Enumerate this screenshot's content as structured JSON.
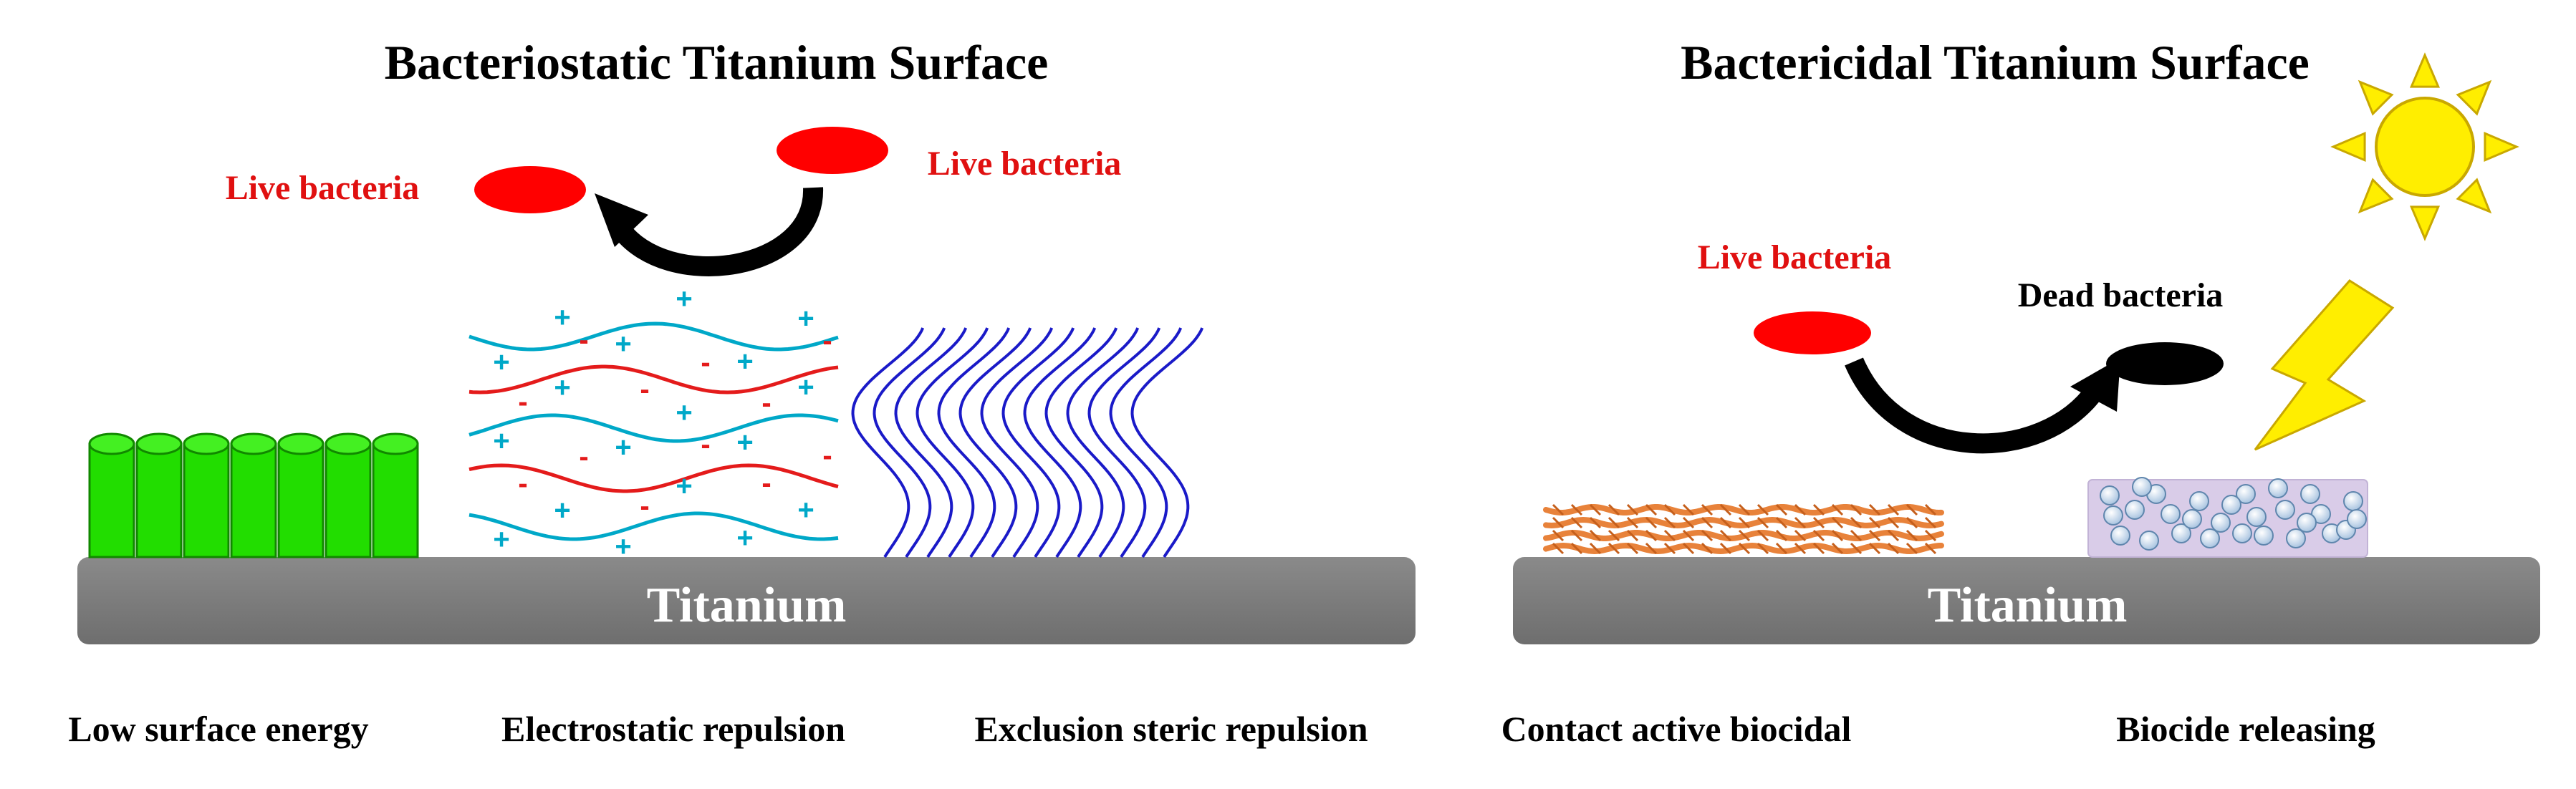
{
  "left_panel": {
    "title": "Bacteriostatic Titanium Surface",
    "live_bacteria_label_left": "Live bacteria",
    "live_bacteria_label_right": "Live bacteria",
    "substrate_label": "Titanium",
    "mechanisms": [
      "Low surface energy",
      "Electrostatic repulsion",
      "Exclusion steric repulsion"
    ],
    "plus_sign": "+",
    "minus_sign": "-"
  },
  "right_panel": {
    "title": "Bactericidal Titanium Surface",
    "live_bacteria_label": "Live bacteria",
    "dead_bacteria_label": "Dead bacteria",
    "substrate_label": "Titanium",
    "mechanisms": [
      "Contact active biocidal",
      "Biocide releasing"
    ]
  },
  "colors": {
    "title_text": "#000000",
    "live_text": "#e01010",
    "bacteria_live": "#ff0000",
    "bacteria_dead": "#000000",
    "titanium": "#7b7b7b",
    "titanium_text": "#ffffff",
    "pillars": "#22dd00",
    "positive_chain": "#00a8c8",
    "negative_chain": "#e41b1b",
    "brush": "#1a1ac8",
    "contact_fibers": "#e8823a",
    "release_matrix": "#d9cce8",
    "sun": "#ffee00",
    "lightning": "#ffee00"
  },
  "icons": [
    "sun-icon",
    "lightning-icon",
    "curved-arrow-icon"
  ]
}
